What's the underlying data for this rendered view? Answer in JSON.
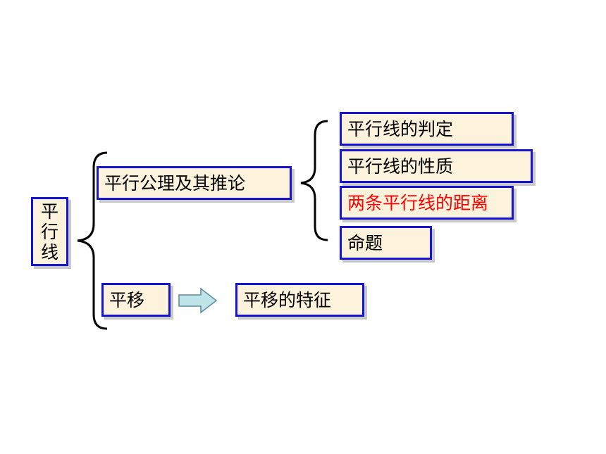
{
  "root": {
    "label": "平行线"
  },
  "branch_a": {
    "label": "平行公理及其推论",
    "children": [
      {
        "label": "平行线的判定"
      },
      {
        "label": "平行线的性质"
      },
      {
        "label": "两条平行线的距离"
      },
      {
        "label": "命题"
      }
    ]
  },
  "branch_b": {
    "label": "平移",
    "result": "平移的特征"
  },
  "colors": {
    "border": "#1414d2",
    "box_fill": "#fdf3dd",
    "highlight_text": "#ff0000",
    "arrow_fill": "#bfe4ea"
  }
}
